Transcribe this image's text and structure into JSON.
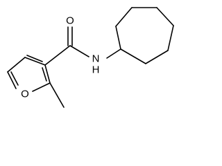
{
  "molecule": {
    "atoms": {
      "carbonyl_oxygen": "O",
      "amide_nitrogen": "N",
      "amide_hydrogen": "H",
      "furan_oxygen": "O"
    }
  }
}
